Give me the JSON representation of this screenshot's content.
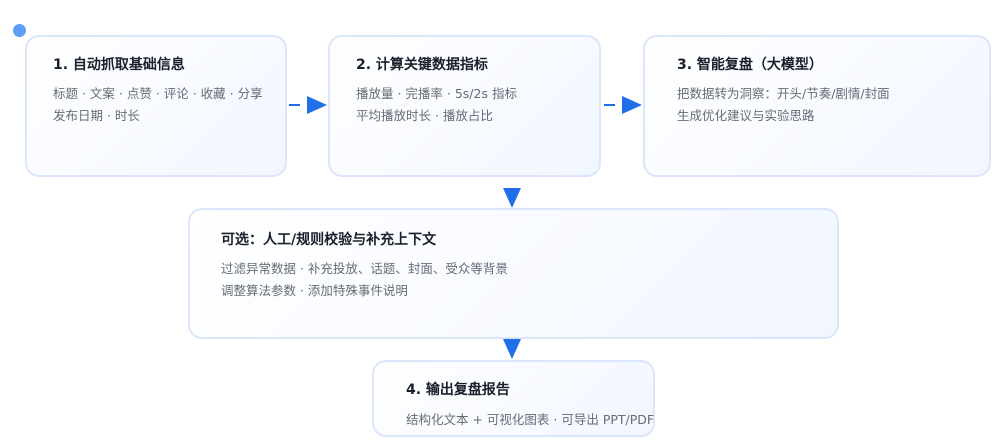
{
  "steps": [
    {
      "title": "1. 自动抓取基础信息",
      "lines": [
        "标题 · 文案 · 点赞 · 评论 · 收藏 · 分享",
        "发布日期 · 时长"
      ]
    },
    {
      "title": "2. 计算关键数据指标",
      "lines": [
        "播放量 · 完播率 · 5s/2s 指标",
        "平均播放时长 · 播放占比"
      ]
    },
    {
      "title": "3. 智能复盘（大模型）",
      "lines": [
        "把数据转为洞察：开头/节奏/剧情/封面",
        "生成优化建议与实验思路"
      ]
    }
  ],
  "optional": {
    "title": "可选：人工/规则校验与补充上下文",
    "lines": [
      "过滤异常数据 · 补充投放、话题、封面、受众等背景",
      "调整算法参数 · 添加特殊事件说明"
    ]
  },
  "output": {
    "title": "4. 输出复盘报告",
    "lines": [
      "结构化文本 + 可视化图表 · 可导出 PPT/PDF"
    ]
  },
  "colors": {
    "accent": "#1f6fe8",
    "border": "#dbe6fb"
  }
}
